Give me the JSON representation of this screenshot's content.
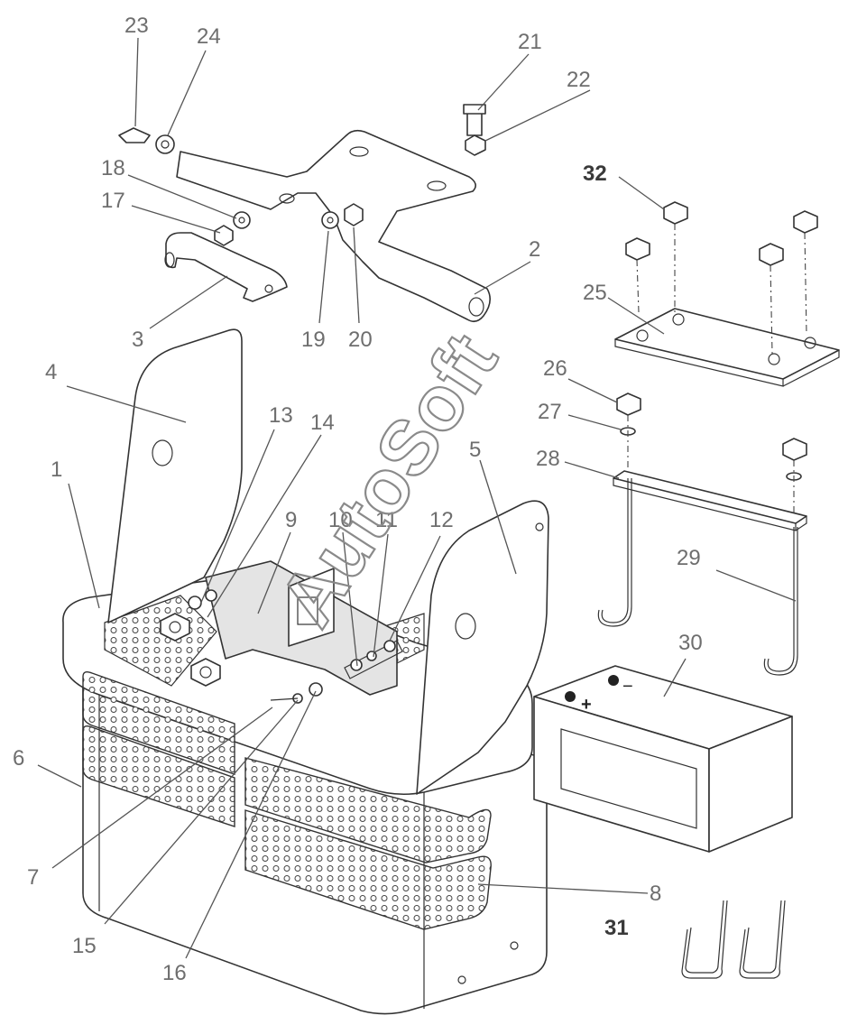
{
  "watermark": "AutoSoft",
  "callouts": [
    {
      "id": "c1",
      "text": "1"
    },
    {
      "id": "c2",
      "text": "2"
    },
    {
      "id": "c3",
      "text": "3"
    },
    {
      "id": "c4",
      "text": "4"
    },
    {
      "id": "c5",
      "text": "5"
    },
    {
      "id": "c6",
      "text": "6"
    },
    {
      "id": "c7",
      "text": "7"
    },
    {
      "id": "c8",
      "text": "8"
    },
    {
      "id": "c9",
      "text": "9"
    },
    {
      "id": "c10",
      "text": "10"
    },
    {
      "id": "c11",
      "text": "11"
    },
    {
      "id": "c12",
      "text": "12"
    },
    {
      "id": "c13",
      "text": "13"
    },
    {
      "id": "c14",
      "text": "14"
    },
    {
      "id": "c15",
      "text": "15"
    },
    {
      "id": "c16",
      "text": "16"
    },
    {
      "id": "c17",
      "text": "17"
    },
    {
      "id": "c18",
      "text": "18"
    },
    {
      "id": "c19",
      "text": "19"
    },
    {
      "id": "c20",
      "text": "20"
    },
    {
      "id": "c21",
      "text": "21"
    },
    {
      "id": "c22",
      "text": "22"
    },
    {
      "id": "c23",
      "text": "23"
    },
    {
      "id": "c24",
      "text": "24"
    },
    {
      "id": "c25",
      "text": "25"
    },
    {
      "id": "c26",
      "text": "26"
    },
    {
      "id": "c27",
      "text": "27"
    },
    {
      "id": "c28",
      "text": "28"
    },
    {
      "id": "c29",
      "text": "29"
    },
    {
      "id": "c30",
      "text": "30"
    },
    {
      "id": "c31",
      "text": "31"
    },
    {
      "id": "c32",
      "text": "32"
    }
  ],
  "battery": {
    "minus": "−",
    "plus": "+"
  }
}
